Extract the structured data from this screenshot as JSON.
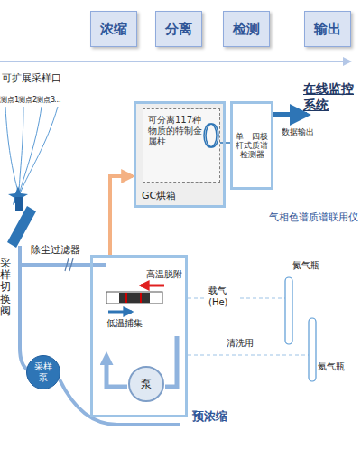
{
  "diagram": {
    "nodes": [
      {
        "text": [
          "浓缩"
        ]
      },
      {
        "text": [
          "分离"
        ]
      },
      {
        "text": [
          "检测"
        ]
      },
      {
        "text": [
          "输出"
        ]
      },
      {
        "text": [
          "GC烘箱"
        ]
      },
      {
        "text": [
          "可分离117种物质的特制金属柱"
        ],
        "in": 4
      },
      {
        "text": [
          "单一四极杆式质谱检测器"
        ]
      },
      {
        "text": [
          "预浓缩"
        ]
      },
      {
        "text": [
          "泵"
        ],
        "in": 7
      },
      {
        "text": [
          "采样泵"
        ]
      }
    ],
    "edges": [
      {
        "from": 7,
        "to": 4,
        "arrow": "to"
      },
      {
        "from": 5,
        "to": 6,
        "arrow": "none"
      }
    ],
    "labels": [
      "可扩展采样口",
      "测点1",
      "测点2",
      "测点3",
      "...",
      "采样切换阀",
      "除尘过滤器",
      "高温脱附",
      "低温捕集",
      "载气 (He)",
      "清洗用",
      "氮气瓶",
      "氦气瓶",
      "气相色谱质谱联用仪",
      "在线监控系统",
      "数据输出"
    ]
  }
}
